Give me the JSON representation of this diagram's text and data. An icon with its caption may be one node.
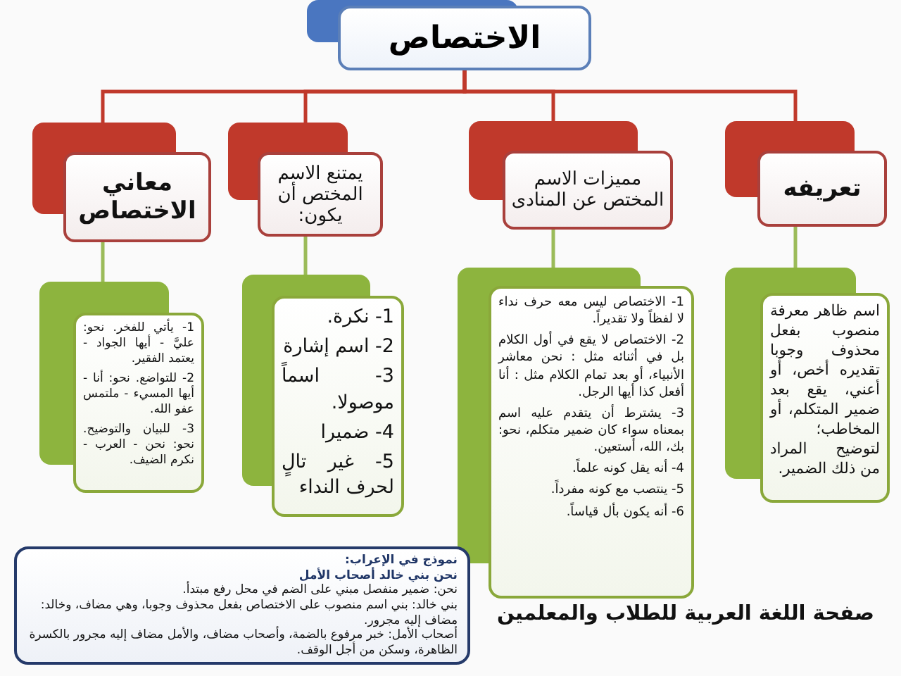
{
  "diagram": {
    "nodes": [
      {
        "text": [
          "الاختصاص"
        ]
      },
      {
        "text": [
          "تعريفه"
        ]
      },
      {
        "text": [
          "مميزات الاسم المختص عن المنادى"
        ]
      },
      {
        "text": [
          "يمتنع الاسم المختص أن يكون:"
        ]
      },
      {
        "text": [
          "معاني الاختصاص"
        ]
      },
      {
        "text": [
          "اسم ظاهر معرفة منصوب بفعل محذوف وجوبا تقديره أخص، أو أعني، يقع بعد ضمير المتكلم، أو المخاطب؛ لتوضيح المراد من ذلك الضمير."
        ]
      },
      {
        "text": [
          "1- الاختصاص ليس معه حرف نداء لا لفظاً ولا تقديراً.",
          "2- الاختصاص لا يقع في أول الكلام بل في أثنائه مثل : نحن معاشر الأنبياء، أو بعد تمام الكلام مثل : أنا أفعل كذا أيها الرجل.",
          "3- يشترط أن يتقدم عليه اسم بمعناه سواء كان ضمير متكلم، نحو: بك، الله، أستعين.",
          "4- أنه يقل كونه علماً.",
          "5- ينتصب مع كونه مفرداً.",
          "6- أنه يكون بأل قياساً."
        ]
      },
      {
        "text": [
          "1- نكرة.",
          "2- اسم إشارة",
          "3- اسماً موصولا.",
          "4- ضميرا",
          "5- غير تالٍ لحرف النداء"
        ]
      },
      {
        "text": [
          "1- يأتي للفخر. نحو: عليَّ - أيها الجواد - يعتمد الفقير.",
          "2- للتواضع. نحو: أنا - أيها المسيء - ملتمس عفو الله.",
          "3- للبيان والتوضيح. نحو: نحن - العرب - نكرم الضيف."
        ]
      },
      {
        "text": [
          "نموذج في الإعراب:",
          "نحن بني خالد أصحاب الأمل",
          "نحن: ضمير منفصل مبني على الضم في محل رفع مبتدأ.",
          "بني خالد: بني اسم منصوب على الاختصاص بفعل محذوف وجوبا، وهي مضاف، وخالد: مضاف إليه مجرور.",
          "أصحاب الأمل: خبر مرفوع بالضمة، وأصحاب مضاف، والأمل مضاف إليه مجرور بالكسرة الظاهرة، وسكن من أجل الوقف."
        ]
      }
    ],
    "edges": [
      {
        "from": 0,
        "to": 1,
        "arrow": "none",
        "color": "#c0392b"
      },
      {
        "from": 0,
        "to": 2,
        "arrow": "none",
        "color": "#c0392b"
      },
      {
        "from": 0,
        "to": 3,
        "arrow": "none",
        "color": "#c0392b"
      },
      {
        "from": 0,
        "to": 4,
        "arrow": "none",
        "color": "#c0392b"
      },
      {
        "from": 1,
        "to": 5,
        "arrow": "none",
        "color": "#9bbb59"
      },
      {
        "from": 2,
        "to": 6,
        "arrow": "none",
        "color": "#9bbb59"
      },
      {
        "from": 3,
        "to": 7,
        "arrow": "none",
        "color": "#9bbb59"
      },
      {
        "from": 4,
        "to": 8,
        "arrow": "none",
        "color": "#9bbb59"
      }
    ],
    "labels": [
      "صفحة اللغة العربية للطلاب والمعلمين"
    ]
  }
}
